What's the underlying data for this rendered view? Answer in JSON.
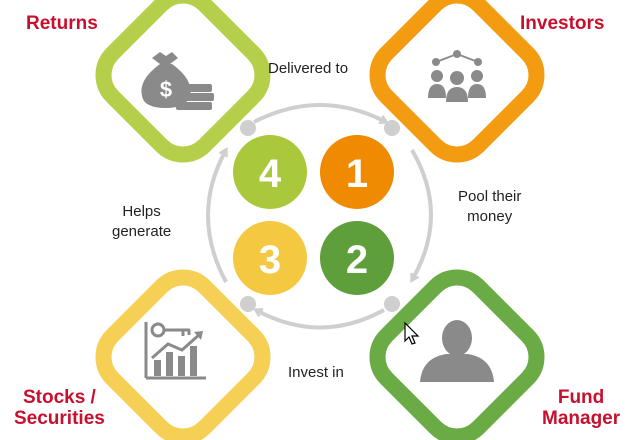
{
  "nodes": [
    {
      "id": "returns",
      "title_lines": [
        "Returns"
      ],
      "number": "4",
      "icon": "money-bag-icon",
      "color": "#b5cf4a",
      "inner": "#a9c83b"
    },
    {
      "id": "investors",
      "title_lines": [
        "Investors"
      ],
      "number": "1",
      "icon": "people-network-icon",
      "color": "#f39c12",
      "inner": "#f08a00"
    },
    {
      "id": "fund_manager",
      "title_lines": [
        "Fund",
        "Manager"
      ],
      "number": "2",
      "icon": "person-silhouette-icon",
      "color": "#6bab45",
      "inner": "#5e9f3c"
    },
    {
      "id": "stocks",
      "title_lines": [
        "Stocks /",
        "Securities"
      ],
      "number": "3",
      "icon": "chart-key-icon",
      "color": "#f6cf55",
      "inner": "#f5c842"
    }
  ],
  "edges": [
    {
      "id": "delivered",
      "lines": [
        "Delivered to"
      ]
    },
    {
      "id": "pool",
      "lines": [
        "Pool their",
        "money"
      ]
    },
    {
      "id": "invest",
      "lines": [
        "Invest in"
      ]
    },
    {
      "id": "helps",
      "lines": [
        "Helps",
        "generate"
      ]
    }
  ],
  "colors": {
    "title": "#c8102e",
    "arrow": "#cfcfcf",
    "icon": "#8a8a8a",
    "text": "#222222"
  }
}
